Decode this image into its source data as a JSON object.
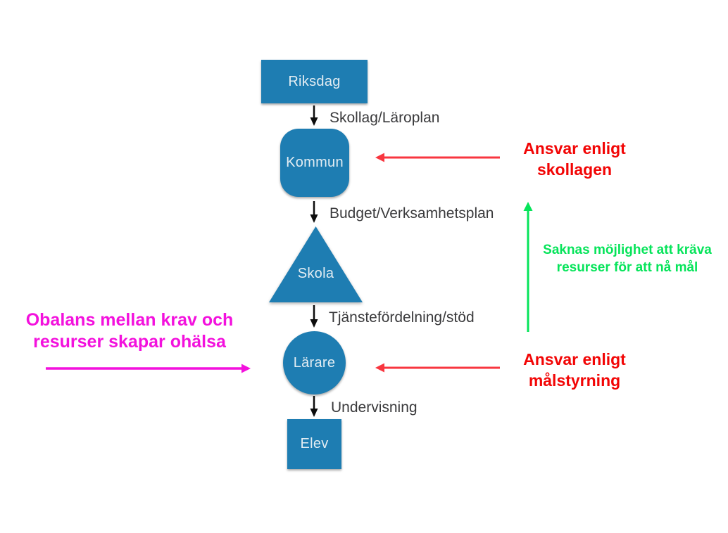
{
  "slide": {
    "background": "#ffffff",
    "description": "Flowchart of Swedish school governance chain with annotation arrows"
  },
  "colors": {
    "shape_fill": "#1e7db2",
    "shape_text": "#e3edf3",
    "edge_label_text": "#3a3a3c",
    "black_arrow": "#0d0d0d",
    "red_arrow": "#f8363f",
    "red_text": "#f20505",
    "green": "#06e45a",
    "magenta": "#f311dd"
  },
  "flowchart": {
    "nodes": [
      {
        "id": "riksdag",
        "label": "Riksdag",
        "shape": "rectangle"
      },
      {
        "id": "kommun",
        "label": "Kommun",
        "shape": "rounded-square"
      },
      {
        "id": "skola",
        "label": "Skola",
        "shape": "triangle"
      },
      {
        "id": "larare",
        "label": "Lärare",
        "shape": "circle"
      },
      {
        "id": "elev",
        "label": "Elev",
        "shape": "square"
      }
    ],
    "edges": [
      {
        "from": "Riksdag",
        "to": "Kommun",
        "label": "Skollag/Läroplan"
      },
      {
        "from": "Kommun",
        "to": "Skola",
        "label": "Budget/Verksamhetsplan"
      },
      {
        "from": "Skola",
        "to": "Lärare",
        "label": "Tjänstefördelning/stöd"
      },
      {
        "from": "Lärare",
        "to": "Elev",
        "label": "Undervisning"
      }
    ]
  },
  "annotations": {
    "ansvar_skollagen": {
      "line1": "Ansvar enligt",
      "line2": "skollagen",
      "color": "#f20505",
      "arrow": "red horizontal arrow pointing left at Kommun"
    },
    "saknas_mojlighet": {
      "line1": "Saknas möjlighet att kräva",
      "line2": "resurser för att nå mål",
      "color": "#06e45a",
      "arrow": "green vertical arrow pointing up from Lärare level to Kommun level"
    },
    "ansvar_malstyrning": {
      "line1": "Ansvar enligt",
      "line2": "målstyrning",
      "color": "#f20505",
      "arrow": "red horizontal arrow pointing left at Lärare"
    },
    "obalans": {
      "line1": "Obalans mellan krav och",
      "line2": "resurser skapar ohälsa",
      "color": "#f311dd",
      "arrow": "magenta horizontal arrow pointing right at Lärare"
    }
  }
}
